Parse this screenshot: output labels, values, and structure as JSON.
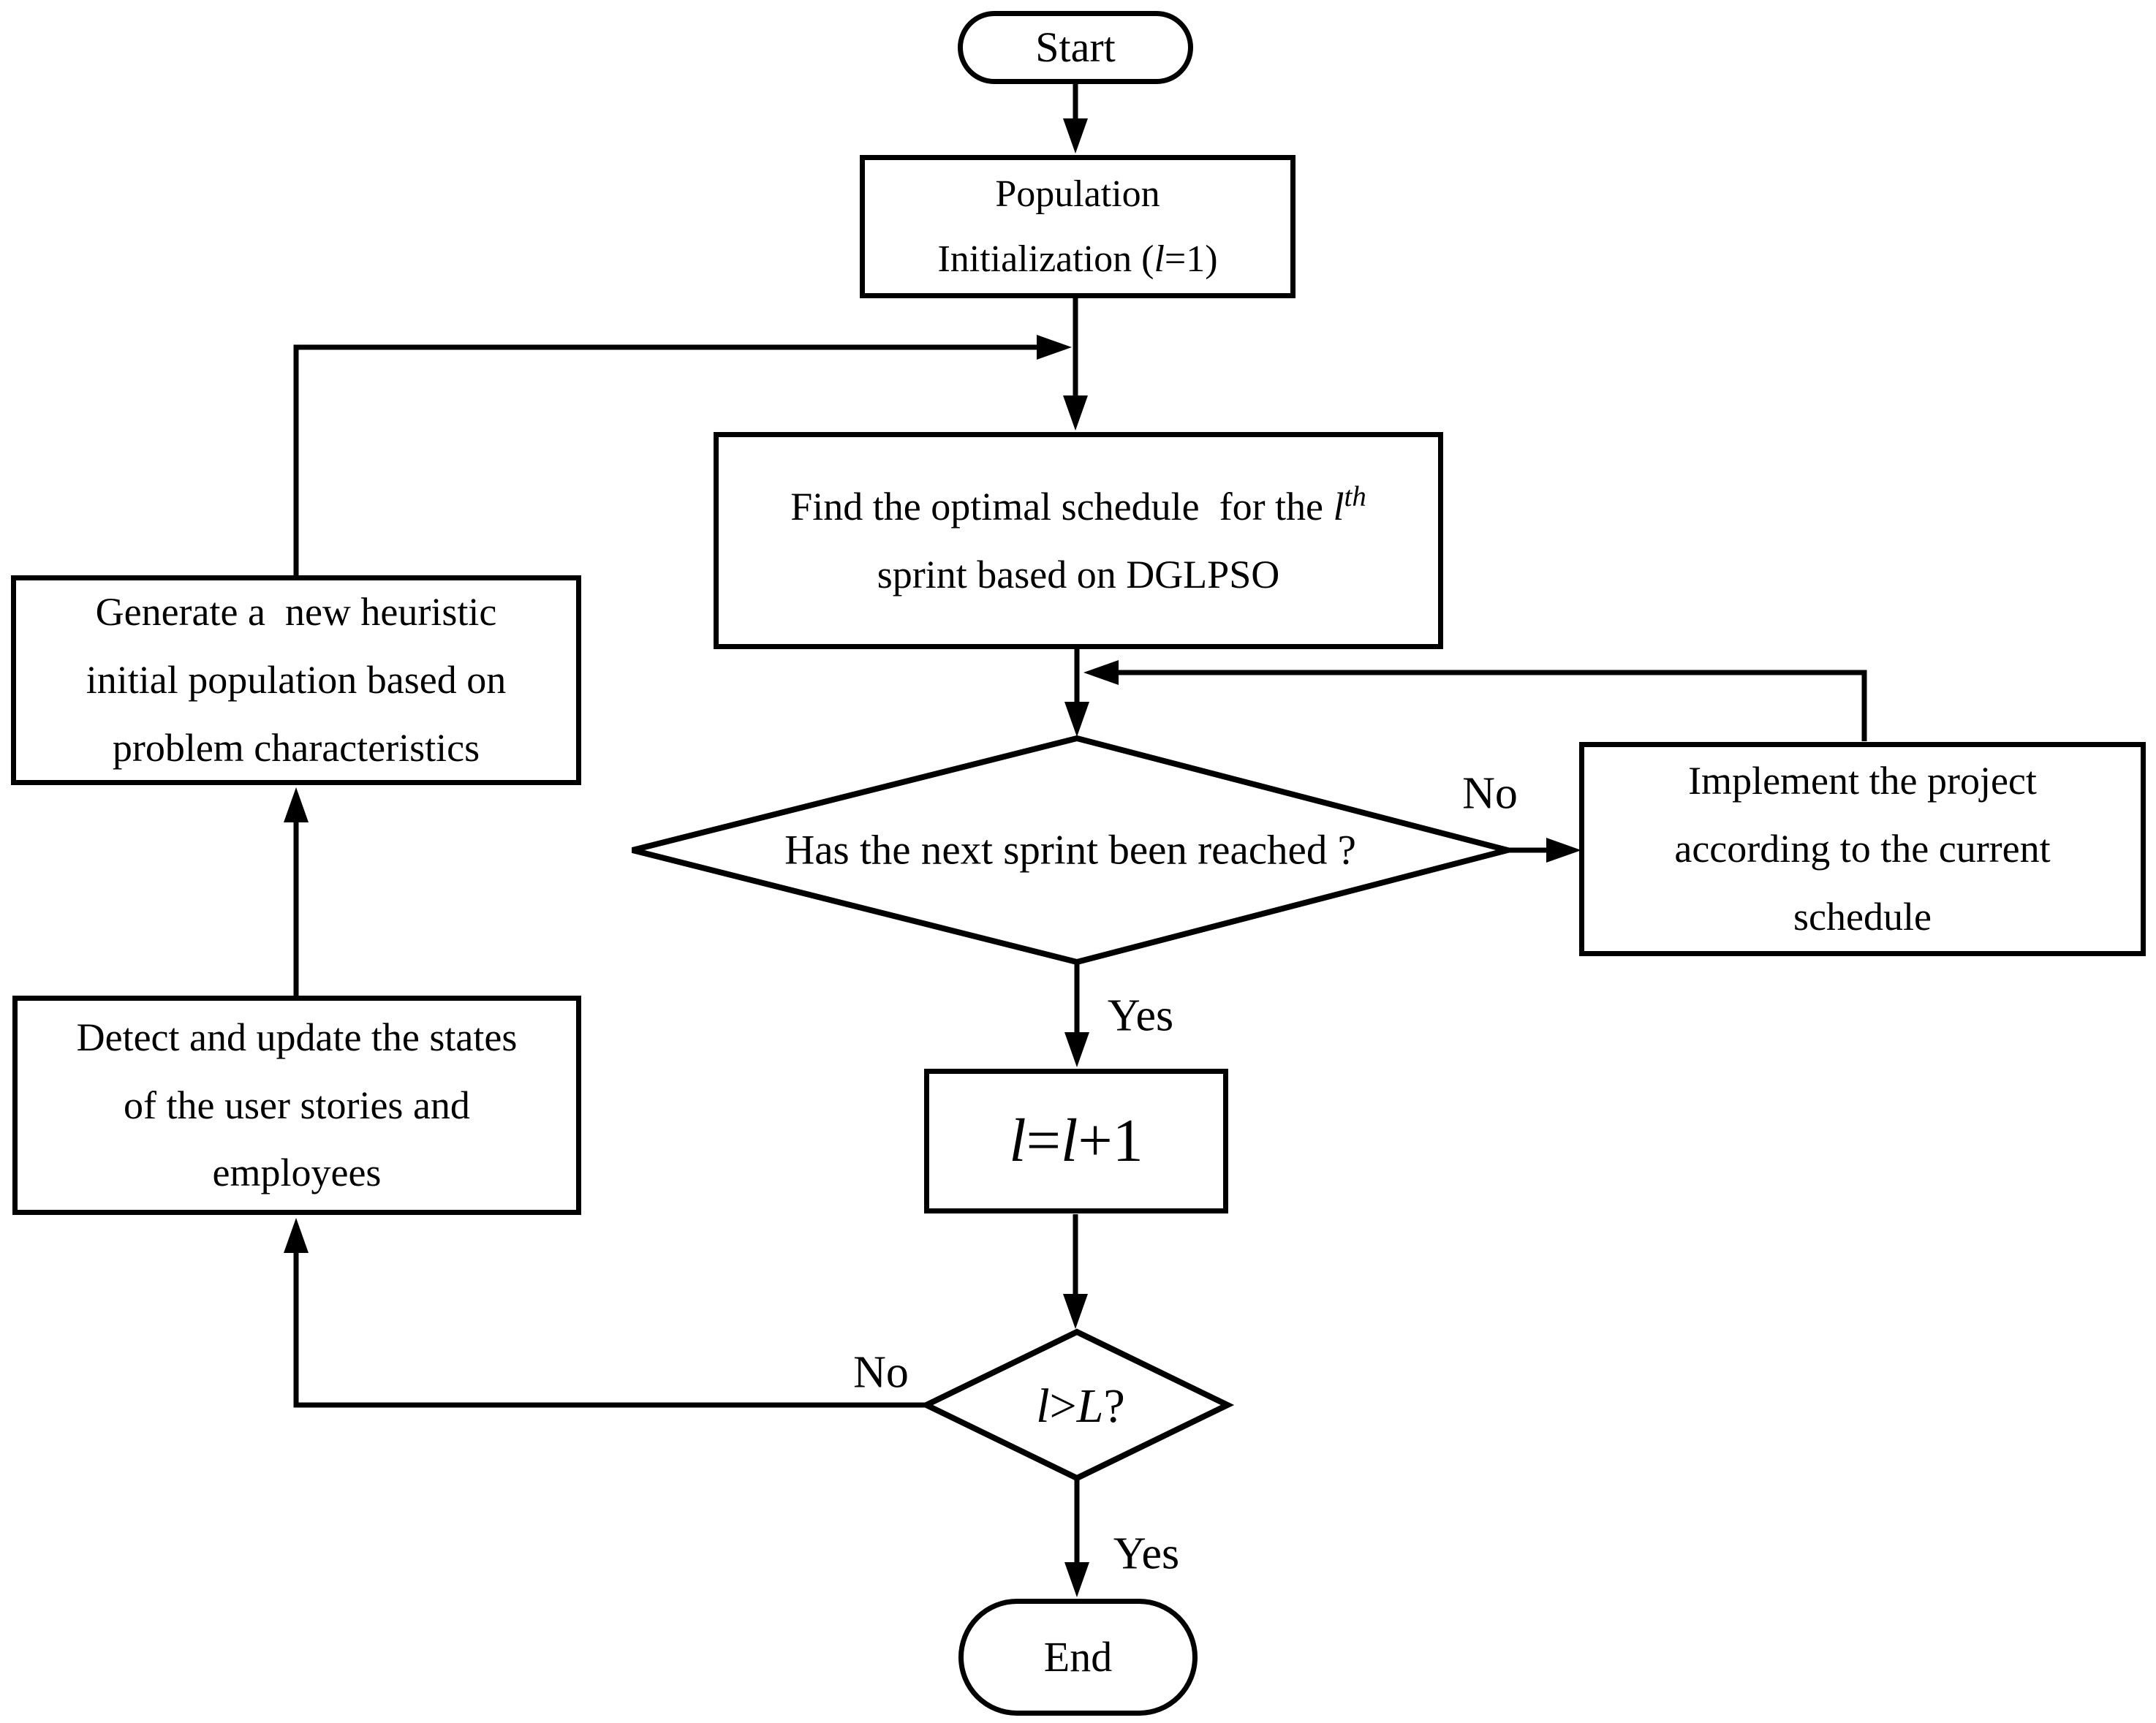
{
  "flowchart": {
    "nodes": {
      "start": {
        "label": "Start"
      },
      "population_init": {
        "line1": "Population",
        "line2_pre": "Initialization (",
        "line2_var": "l",
        "line2_post": "=1)"
      },
      "find_schedule": {
        "line1_pre": "Find the optimal schedule  for the ",
        "line1_var": "l",
        "line1_sup": "th",
        "line2": "sprint based on DGLPSO"
      },
      "sprint_decision": {
        "label": "Has the next sprint been reached ?"
      },
      "implement_project": {
        "label": "Implement the project\naccording to the current\nschedule"
      },
      "generate_population": {
        "label": "Generate a  new heuristic\ninitial population based on\nproblem characteristics"
      },
      "detect_update": {
        "label": "Detect and update the states\nof the user stories and\nemployees"
      },
      "increment_sprint": {
        "var1": "l",
        "eq": "=",
        "var2": "l",
        "suffix": "+1"
      },
      "final_decision": {
        "var1": "l",
        "op": ">",
        "var2": "L",
        "suffix": "?"
      },
      "end": {
        "label": "End"
      }
    },
    "edge_labels": {
      "sprint_no": "No",
      "sprint_yes": "Yes",
      "final_no": "No",
      "final_yes": "Yes"
    },
    "colors": {
      "line": "#000000",
      "background": "#ffffff",
      "node_fill": "#ffffff"
    }
  }
}
